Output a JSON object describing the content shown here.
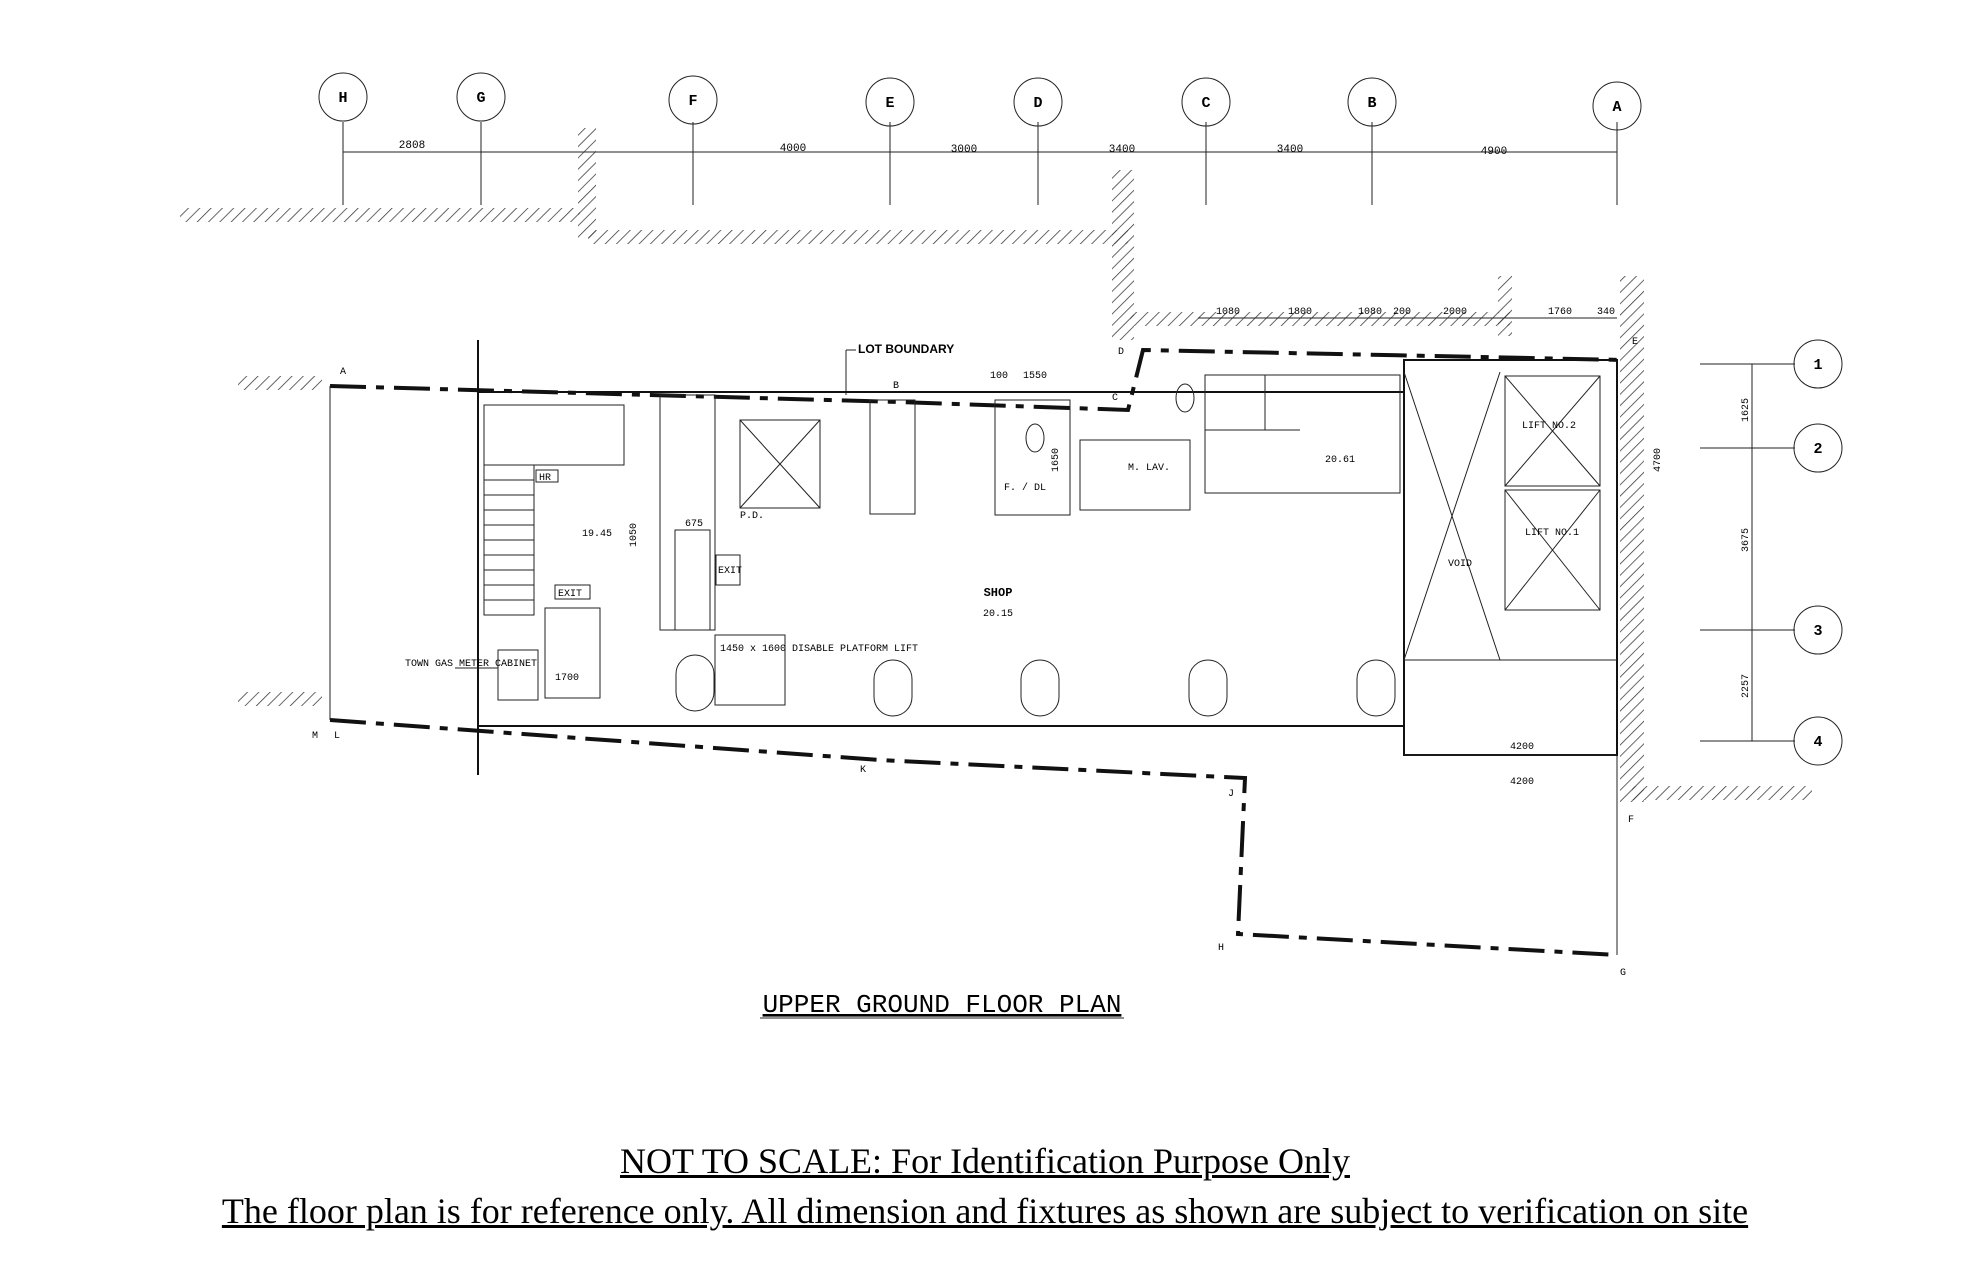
{
  "plan": {
    "title": "UPPER GROUND FLOOR PLAN",
    "lot_boundary_label": "LOT BOUNDARY",
    "shop_label": "SHOP",
    "shop_level": "20.15",
    "level_left": "19.45",
    "level_right": "20.61",
    "grid_top": [
      "H",
      "G",
      "F",
      "E",
      "D",
      "C",
      "B",
      "A"
    ],
    "grid_top_dims": [
      "2808",
      "4000",
      "3000",
      "3400",
      "3400",
      "4900"
    ],
    "grid_right": [
      "1",
      "2",
      "3",
      "4"
    ],
    "grid_right_dims": [
      "1625",
      "3675",
      "2257"
    ],
    "upper_dims": [
      "1080",
      "1800",
      "1080",
      "200",
      "2000",
      "1760",
      "340"
    ],
    "corner_points": [
      "A",
      "B",
      "C",
      "D",
      "E",
      "F",
      "G",
      "H",
      "J",
      "K",
      "L",
      "M"
    ],
    "room_labels": {
      "lift2": "LIFT NO.2",
      "lift1": "LIFT NO.1",
      "void": "VOID",
      "exit": "EXIT",
      "lav": "M. LAV.",
      "fdl": "F. / DL",
      "pd": "P.D.",
      "gas": "TOWN GAS METER CABINET",
      "platform": "1450 x 1600 DISABLE PLATFORM LIFT",
      "hr": "HR"
    },
    "misc_dims": [
      "100",
      "1550",
      "1650",
      "1050",
      "675",
      "1080",
      "1800",
      "1700",
      "4200",
      "4200",
      "4700"
    ]
  },
  "disclaimer": {
    "line1": "NOT TO SCALE: For Identification Purpose Only",
    "line2": "The floor plan is for reference only. All dimension and fixtures as shown are subject to verification on site"
  }
}
